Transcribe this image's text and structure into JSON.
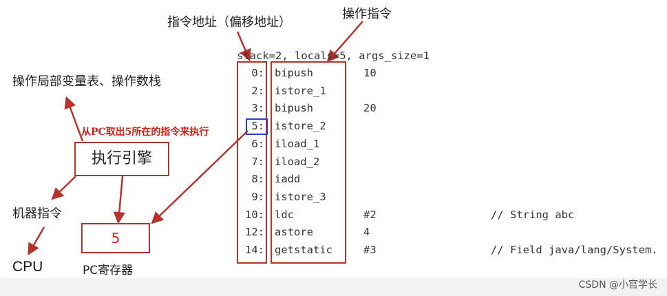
{
  "labels": {
    "offset_address": "指令地址（偏移地址）",
    "opcode": "操作指令",
    "operate_stack": "操作局部变量表、操作数栈",
    "fetch_note": "从PC取出5所在的指令来执行",
    "engine": "执行引擎",
    "machine_instructions": "机器指令",
    "pc_value": "5",
    "cpu": "CPU",
    "pc_register": "PC寄存器",
    "watermark": "CSDN @小官学长"
  },
  "bytecode": {
    "header": "stack=2, locals=5, args_size=1",
    "rows": [
      {
        "offset": "0:",
        "instr": "bipush",
        "operand": "10",
        "comment": ""
      },
      {
        "offset": "2:",
        "instr": "istore_1",
        "operand": "",
        "comment": ""
      },
      {
        "offset": "3:",
        "instr": "bipush",
        "operand": "20",
        "comment": ""
      },
      {
        "offset": "5:",
        "instr": "istore_2",
        "operand": "",
        "comment": ""
      },
      {
        "offset": "6:",
        "instr": "iload_1",
        "operand": "",
        "comment": ""
      },
      {
        "offset": "7:",
        "instr": "iload_2",
        "operand": "",
        "comment": ""
      },
      {
        "offset": "8:",
        "instr": "iadd",
        "operand": "",
        "comment": ""
      },
      {
        "offset": "9:",
        "instr": "istore_3",
        "operand": "",
        "comment": ""
      },
      {
        "offset": "10:",
        "instr": "ldc",
        "operand": "#2",
        "comment": "// String abc"
      },
      {
        "offset": "12:",
        "instr": "astore",
        "operand": "4",
        "comment": ""
      },
      {
        "offset": "14:",
        "instr": "getstatic",
        "operand": "#3",
        "comment": "// Field java/lang/System."
      }
    ]
  },
  "colors": {
    "arrow": "#b8322d",
    "highlight": "#2a3fd0",
    "note_text": "#d0201b"
  }
}
